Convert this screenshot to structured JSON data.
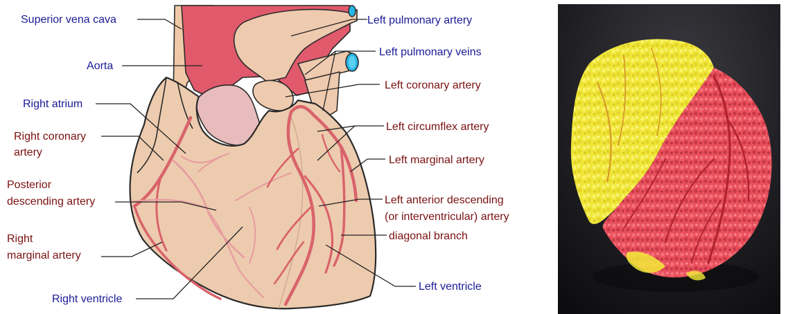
{
  "labels": {
    "superior_vena_cava": "Superior vena cava",
    "aorta": "Aorta",
    "right_atrium": "Right atrium",
    "right_coronary_artery_1": "Right coronary",
    "right_coronary_artery_2": "artery",
    "posterior_descending_1": "Posterior",
    "posterior_descending_2": "descending artery",
    "right_marginal_1": "Right",
    "right_marginal_2": "marginal artery",
    "right_ventricle": "Right ventricle",
    "left_pulmonary_artery": "Left pulmonary artery",
    "left_pulmonary_veins": "Left pulmonary veins",
    "left_coronary_artery": "Left coronary artery",
    "left_circumflex_artery": "Left circumflex artery",
    "left_marginal_artery": "Left marginal artery",
    "lad_1": "Left anterior descending",
    "lad_2": "(or interventricular) artery",
    "diagonal_branch": "diagonal branch",
    "left_ventricle": "Left ventricle"
  },
  "colors": {
    "veins_label": "#1a1a96",
    "arteries_label": "#7a1010",
    "heart_tissue": "#edcbae",
    "great_vessels": "#e05a6c",
    "coronary_arteries": "#d9636b",
    "vein_lumen": "#29b6e6",
    "photo_background": "#1e1e22",
    "cast_yellow": "#f2ea3a",
    "cast_red": "#e84e5a"
  }
}
